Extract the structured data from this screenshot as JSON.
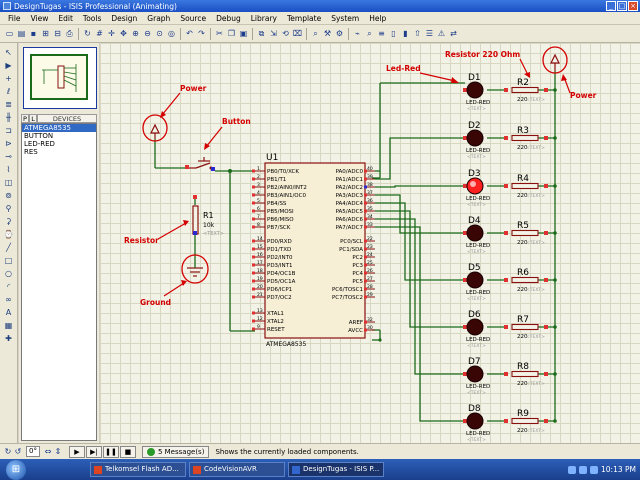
{
  "window": {
    "title": "DesignTugas - ISIS Professional (Animating)",
    "buttons": [
      "_",
      "□",
      "×"
    ]
  },
  "menu": [
    "File",
    "View",
    "Edit",
    "Tools",
    "Design",
    "Graph",
    "Source",
    "Debug",
    "Library",
    "Template",
    "System",
    "Help"
  ],
  "device_panel": {
    "tab_p": "P",
    "tab_l": "L",
    "header": "DEVICES",
    "items": [
      "ATMEGA8535",
      "BUTTON",
      "LED-RED",
      "RES"
    ],
    "selected_index": 0
  },
  "schematic": {
    "annotations": {
      "power_left": "Power",
      "button": "Button",
      "resistor": "Resistor",
      "ground": "Ground",
      "led_red": "Led-Red",
      "resistor_220": "Resistor 220 Ohm",
      "power_right": "Power"
    },
    "r1": {
      "ref": "R1",
      "value": "10k",
      "text": "<TEXT>"
    },
    "mcu": {
      "ref": "U1",
      "part": "ATMEGA8535",
      "left_pins": [
        {
          "num": "1",
          "name": "PB0/T0/XCK"
        },
        {
          "num": "2",
          "name": "PB1/T1"
        },
        {
          "num": "3",
          "name": "PB2/AIN0/INT2"
        },
        {
          "num": "4",
          "name": "PB3/AIN1/OC0"
        },
        {
          "num": "5",
          "name": "PB4/SS"
        },
        {
          "num": "6",
          "name": "PB5/MOSI"
        },
        {
          "num": "7",
          "name": "PB6/MISO"
        },
        {
          "num": "8",
          "name": "PB7/SCK"
        },
        {
          "num": "14",
          "name": "PD0/RXD"
        },
        {
          "num": "15",
          "name": "PD1/TXD"
        },
        {
          "num": "16",
          "name": "PD2/INT0"
        },
        {
          "num": "17",
          "name": "PD3/INT1"
        },
        {
          "num": "18",
          "name": "PD4/OC1B"
        },
        {
          "num": "19",
          "name": "PD5/OC1A"
        },
        {
          "num": "20",
          "name": "PD6/ICP1"
        },
        {
          "num": "21",
          "name": "PD7/OC2"
        },
        {
          "num": "13",
          "name": "XTAL1"
        },
        {
          "num": "12",
          "name": "XTAL2"
        },
        {
          "num": "9",
          "name": "RESET"
        }
      ],
      "right_pins": [
        {
          "num": "40",
          "name": "PA0/ADC0"
        },
        {
          "num": "39",
          "name": "PA1/ADC1"
        },
        {
          "num": "38",
          "name": "PA2/ADC2"
        },
        {
          "num": "37",
          "name": "PA3/ADC3"
        },
        {
          "num": "36",
          "name": "PA4/ADC4"
        },
        {
          "num": "35",
          "name": "PA5/ADC5"
        },
        {
          "num": "34",
          "name": "PA6/ADC6"
        },
        {
          "num": "33",
          "name": "PA7/ADC7"
        },
        {
          "num": "22",
          "name": "PC0/SCL"
        },
        {
          "num": "23",
          "name": "PC1/SDA"
        },
        {
          "num": "24",
          "name": "PC2"
        },
        {
          "num": "25",
          "name": "PC3"
        },
        {
          "num": "26",
          "name": "PC4"
        },
        {
          "num": "27",
          "name": "PC5"
        },
        {
          "num": "28",
          "name": "PC6/TOSC1"
        },
        {
          "num": "29",
          "name": "PC7/TOSC2"
        },
        {
          "num": "32",
          "name": "AREF"
        },
        {
          "num": "30",
          "name": "AVCC"
        }
      ]
    },
    "leds": [
      {
        "ref": "D1",
        "part": "LED-RED",
        "text": "<TEXT>",
        "on": false
      },
      {
        "ref": "D2",
        "part": "LED-RED",
        "text": "<TEXT>",
        "on": false
      },
      {
        "ref": "D3",
        "part": "LED-RED",
        "text": "<TEXT>",
        "on": true
      },
      {
        "ref": "D4",
        "part": "LED-RED",
        "text": "<TEXT>",
        "on": false
      },
      {
        "ref": "D5",
        "part": "LED-RED",
        "text": "<TEXT>",
        "on": false
      },
      {
        "ref": "D6",
        "part": "LED-RED",
        "text": "<TEXT>",
        "on": false
      },
      {
        "ref": "D7",
        "part": "LED-RED",
        "text": "<TEXT>",
        "on": false
      },
      {
        "ref": "D8",
        "part": "LED-RED",
        "text": "<TEXT>",
        "on": false
      }
    ],
    "resistors": [
      {
        "ref": "R2",
        "value": "220",
        "text": "<TEXT>"
      },
      {
        "ref": "R3",
        "value": "220",
        "text": "<TEXT>"
      },
      {
        "ref": "R4",
        "value": "220",
        "text": "<TEXT>"
      },
      {
        "ref": "R5",
        "value": "220",
        "text": "<TEXT>"
      },
      {
        "ref": "R6",
        "value": "220",
        "text": "<TEXT>"
      },
      {
        "ref": "R7",
        "value": "220",
        "text": "<TEXT>"
      },
      {
        "ref": "R8",
        "value": "220",
        "text": "<TEXT>"
      },
      {
        "ref": "R9",
        "value": "220",
        "text": "<TEXT>"
      }
    ],
    "colors": {
      "wire": "#1b6b1b",
      "component": "#8a0f0f",
      "annotation": "#d40000",
      "led_off": "#3a0505",
      "led_on": "#ff2020"
    }
  },
  "status": {
    "rotation": "0°",
    "messages": "5 Message(s)",
    "hint": "Shows the currently loaded components."
  },
  "taskbar": {
    "tasks": [
      {
        "label": "Telkomsel Flash AD..."
      },
      {
        "label": "CodeVisionAVR"
      },
      {
        "label": "DesignTugas - ISIS P..."
      }
    ],
    "time": "10:13 PM"
  }
}
